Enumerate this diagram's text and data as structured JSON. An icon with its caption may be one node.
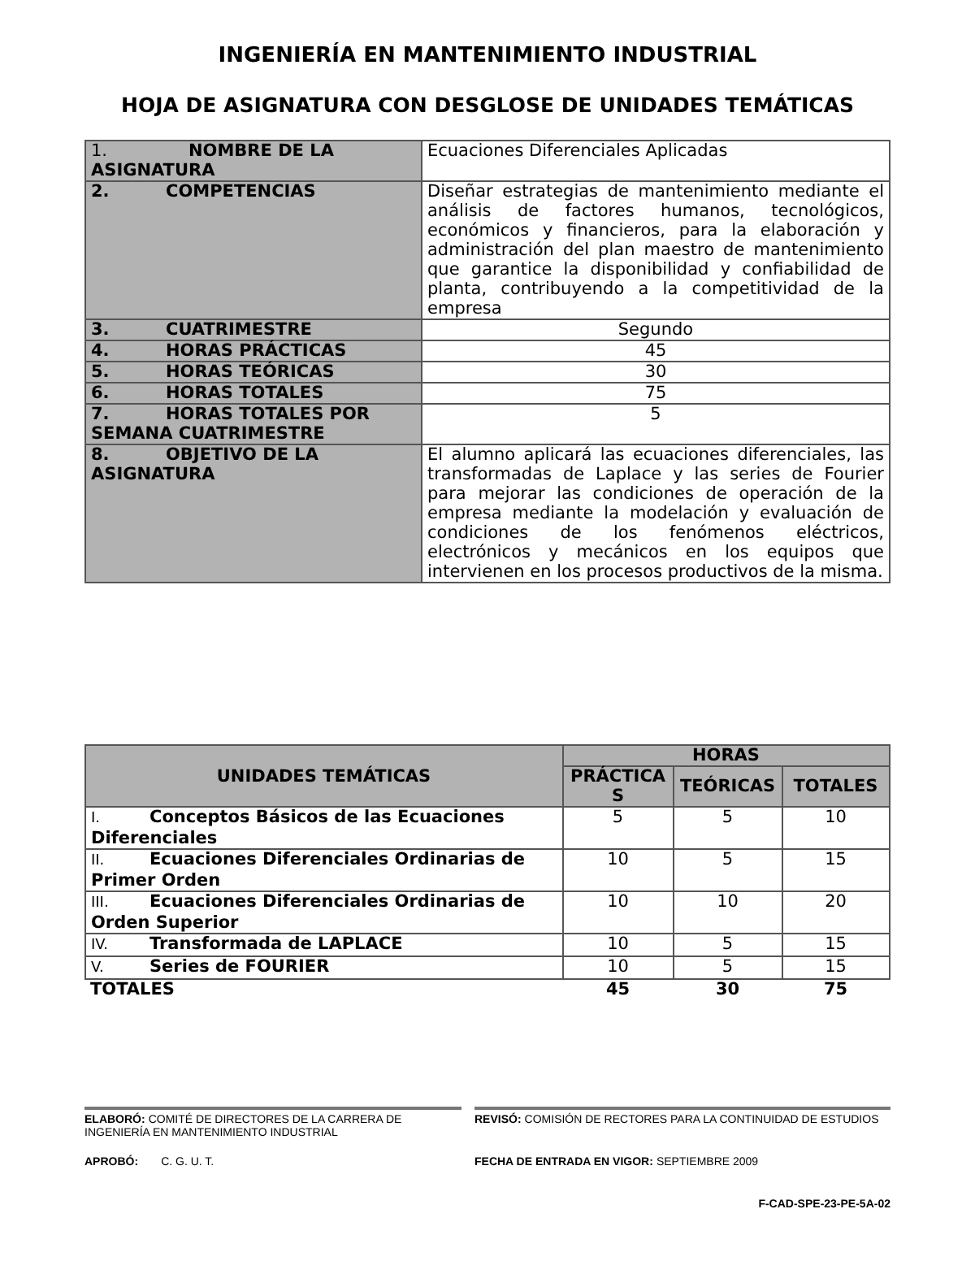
{
  "diagram": {
    "title": "INGENIERÍA EN MANTENIMIENTO INDUSTRIAL",
    "labels": [
      "HOJA DE ASIGNATURA CON DESGLOSE DE UNIDADES TEMÁTICAS",
      "1.",
      "NOMBRE DE LA ASIGNATURA",
      "Ecuaciones Diferenciales Aplicadas",
      "2.",
      "COMPETENCIAS",
      "Diseñar estrategias de mantenimiento mediante el análisis de factores humanos, tecnológicos, económicos y financieros, para la elaboración y administración del plan maestro de mantenimiento que garantice la disponibilidad y confiabilidad de planta, contribuyendo a la competitividad de la empresa",
      "3.",
      "CUATRIMESTRE",
      "Segundo",
      "4.",
      "HORAS PRÁCTICAS",
      "45",
      "5.",
      "HORAS TEÓRICAS",
      "30",
      "6.",
      "HORAS TOTALES",
      "75",
      "7.",
      "HORAS TOTALES POR SEMANA CUATRIMESTRE",
      "5",
      "8.",
      "OBJETIVO DE LA ASIGNATURA",
      "El alumno aplicará las ecuaciones diferenciales, las transformadas de Laplace y las series de Fourier para mejorar las condiciones de operación de la empresa mediante la modelación y evaluación de condiciones de los fenómenos eléctricos, electrónicos y mecánicos en los equipos que intervienen en los procesos productivos de la misma.",
      "UNIDADES TEMÁTICAS",
      "HORAS",
      "PRÁCTICAS",
      "TEÓRICAS",
      "TOTALES",
      "I.",
      "Conceptos Básicos de las Ecuaciones Diferenciales",
      "5",
      "5",
      "10",
      "II.",
      "Ecuaciones Diferenciales Ordinarias de Primer Orden",
      "10",
      "5",
      "15",
      "III.",
      "Ecuaciones Diferenciales Ordinarias de Orden Superior",
      "10",
      "10",
      "20",
      "IV.",
      "Transformada de LAPLACE",
      "10",
      "5",
      "15",
      "V.",
      "Series de FOURIER",
      "10",
      "5",
      "15",
      "TOTALES",
      "45",
      "30",
      "75",
      "ELABORÓ:",
      "COMITÉ DE DIRECTORES DE LA CARRERA DE INGENIERÍA EN MANTENIMIENTO INDUSTRIAL",
      "REVISÓ:",
      "COMISIÓN DE RECTORES PARA LA CONTINUIDAD DE ESTUDIOS",
      "APROBÓ:",
      "C. G. U. T.",
      "FECHA DE ENTRADA EN VIGOR:",
      "SEPTIEMBRE 2009",
      "F-CAD-SPE-23-PE-5A-02"
    ]
  }
}
